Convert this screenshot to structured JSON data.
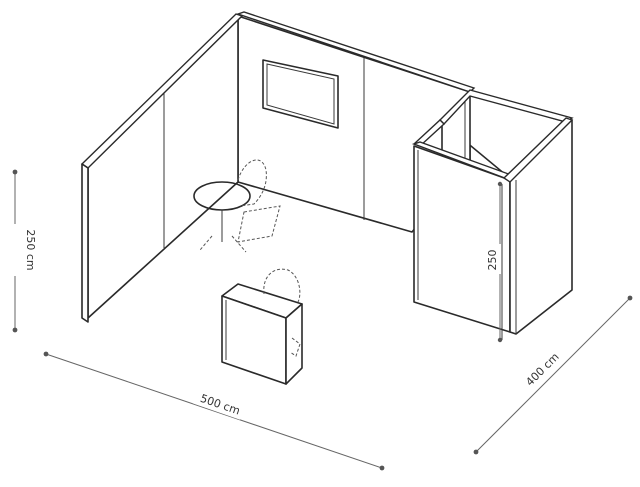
{
  "dimensions": {
    "height_left": "250 cm",
    "width_front": "500 cm",
    "depth_right": "400 cm",
    "cabin_height": "250"
  },
  "colors": {
    "line": "#2a2a2a",
    "dimension": "#666666",
    "background": "#ffffff"
  }
}
